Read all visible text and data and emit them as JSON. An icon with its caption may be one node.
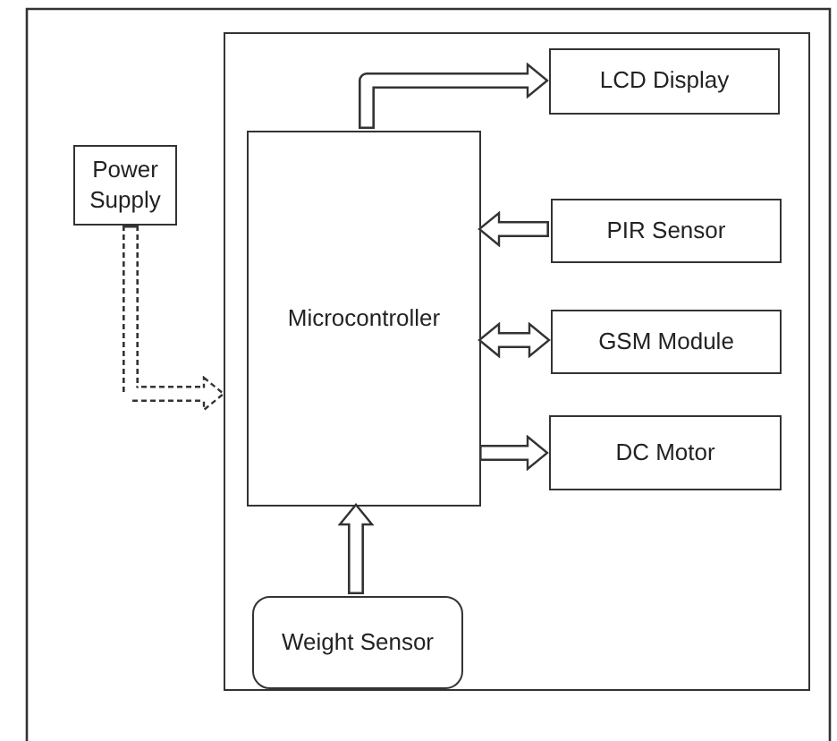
{
  "diagram": {
    "nodes": [
      {
        "text": [
          "Power Supply"
        ]
      },
      {
        "text": [],
        "shape": "box"
      },
      {
        "text": [
          "Microcontroller"
        ],
        "in": 1
      },
      {
        "text": [
          "LCD Display"
        ],
        "in": 1
      },
      {
        "text": [
          "PIR Sensor"
        ],
        "in": 1
      },
      {
        "text": [
          "GSM Module"
        ],
        "in": 1
      },
      {
        "text": [
          "DC Motor"
        ],
        "in": 1
      },
      {
        "text": [
          "Weight Sensor"
        ],
        "in": 1
      }
    ],
    "edges": [
      {
        "from": 0,
        "to": 1,
        "arrow": "to",
        "style": "dashed"
      },
      {
        "from": 2,
        "to": 3,
        "arrow": "to"
      },
      {
        "from": 4,
        "to": 2,
        "arrow": "to"
      },
      {
        "from": 2,
        "to": 5,
        "arrow": "both"
      },
      {
        "from": 2,
        "to": 6,
        "arrow": "to"
      },
      {
        "from": 7,
        "to": 2,
        "arrow": "to"
      }
    ]
  }
}
